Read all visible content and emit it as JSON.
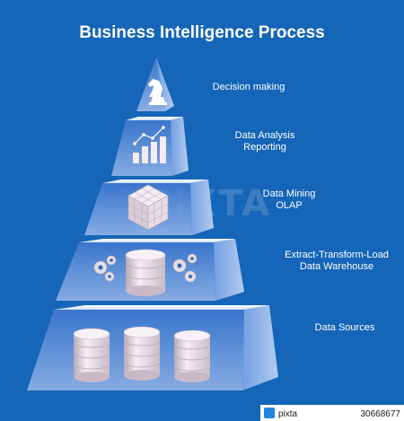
{
  "title": "Business Intelligence Process",
  "levels": [
    {
      "label_lines": [
        "Decision making"
      ],
      "icon": "chess-knight-icon"
    },
    {
      "label_lines": [
        "Data Analysis",
        "Reporting"
      ],
      "icon": "bar-chart-icon"
    },
    {
      "label_lines": [
        "Data Mining",
        "OLAP"
      ],
      "icon": "data-cube-icon"
    },
    {
      "label_lines": [
        "Extract-Transform-Load",
        "Data  Warehouse"
      ],
      "icon": "gears-database-icon"
    },
    {
      "label_lines": [
        "Data Sources"
      ],
      "icon": "databases-icon"
    }
  ],
  "watermark": "PIXTA",
  "footer": {
    "brand": "pixta",
    "id": "30668677"
  },
  "colors": {
    "background": "#1565b8",
    "pyramid_face": "#5b8fd9",
    "pyramid_top": "#ffffff",
    "pyramid_side": "#8fb4e8",
    "database": "#e8dde4",
    "text": "#ffffff"
  }
}
